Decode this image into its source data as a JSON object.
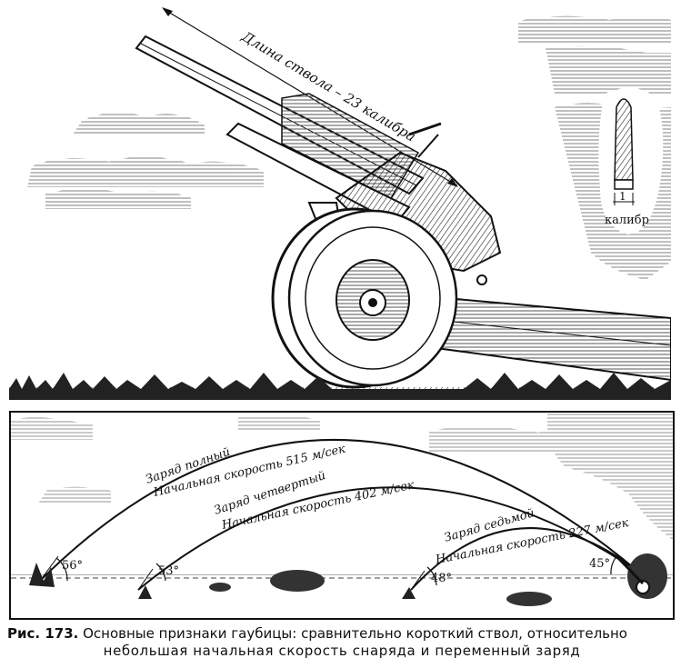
{
  "top_panel": {
    "barrel_label": "Длина ствола – 23 калибра",
    "shell_unit": "1",
    "shell_label": "калибр"
  },
  "bottom_panel": {
    "trajectories": [
      {
        "charge": "Заряд полный",
        "velocity": "Начальная скорость 515 м/сек",
        "angle": "56°"
      },
      {
        "charge": "Заряд четвертый",
        "velocity": "Начальная скорость 402 м/сек",
        "angle": "53°"
      },
      {
        "charge": "Заряд седьмой",
        "velocity": "Начальная скорость 227 м/сек",
        "angle": "48°"
      }
    ],
    "gun_angle": "45°"
  },
  "caption": {
    "figure_number": "Рис. 173.",
    "line1": "Основные признаки гаубицы: сравнительно короткий ствол, относительно",
    "line2": "небольшая начальная скорость снаряда и переменный заряд"
  }
}
